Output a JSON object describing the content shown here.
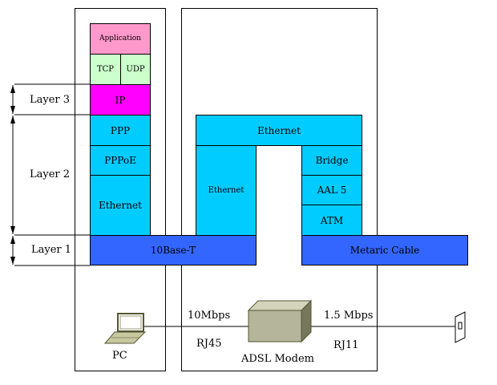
{
  "colors": {
    "application": "#ff99cc",
    "transport": "#ccffcc",
    "ip": "#ff00ff",
    "link": "#00ccff",
    "physical": "#3366ff"
  },
  "layers": {
    "layer3": "Layer 3",
    "layer2": "Layer 2",
    "layer1": "Layer 1"
  },
  "pc_stack": {
    "application": "Application",
    "tcp": "TCP",
    "udp": "UDP",
    "ip": "IP",
    "ppp": "PPP",
    "pppoe": "PPPoE",
    "ethernet": "Ethernet",
    "physical": "10Base-T"
  },
  "modem_stack": {
    "ethernet_top": "Ethernet",
    "ethernet_left": "Ethernet",
    "bridge": "Bridge",
    "aal5": "AAL 5",
    "atm": "ATM",
    "physical": "Metaric Cable"
  },
  "devices": {
    "pc": "PC",
    "modem": "ADSL Modem",
    "pc_icon": "laptop-icon",
    "modem_icon": "modem-box-icon",
    "jack_icon": "wall-jack-icon"
  },
  "links": {
    "speed_pc": "10Mbps",
    "connector_pc": "RJ45",
    "speed_line": "1.5 Mbps",
    "connector_line": "RJ11"
  }
}
